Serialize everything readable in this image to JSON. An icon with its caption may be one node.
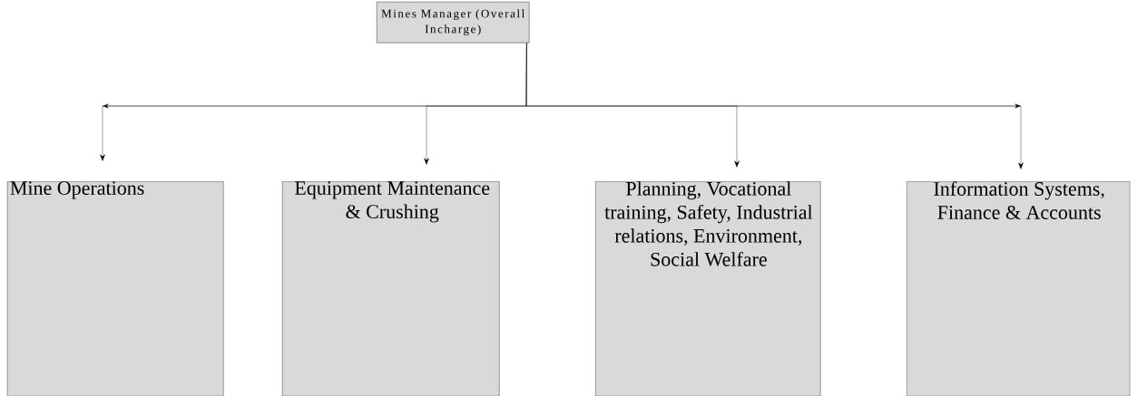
{
  "diagram": {
    "nodes": [
      {
        "text": [
          "Mines Manager (Overall Incharge)"
        ]
      },
      {
        "text": [
          "Mine Operations"
        ]
      },
      {
        "text": [
          "Equipment Maintenance & Crushing"
        ]
      },
      {
        "text": [
          "Planning, Vocational training, Safety, Industrial relations, Environment, Social Welfare"
        ]
      },
      {
        "text": [
          "Information Systems, Finance & Accounts"
        ]
      }
    ],
    "edges": [
      {
        "from": 0,
        "to": 1,
        "arrow": "to"
      },
      {
        "from": 0,
        "to": 2,
        "arrow": "to"
      },
      {
        "from": 0,
        "to": 3,
        "arrow": "to"
      },
      {
        "from": 0,
        "to": 4,
        "arrow": "to"
      }
    ]
  }
}
